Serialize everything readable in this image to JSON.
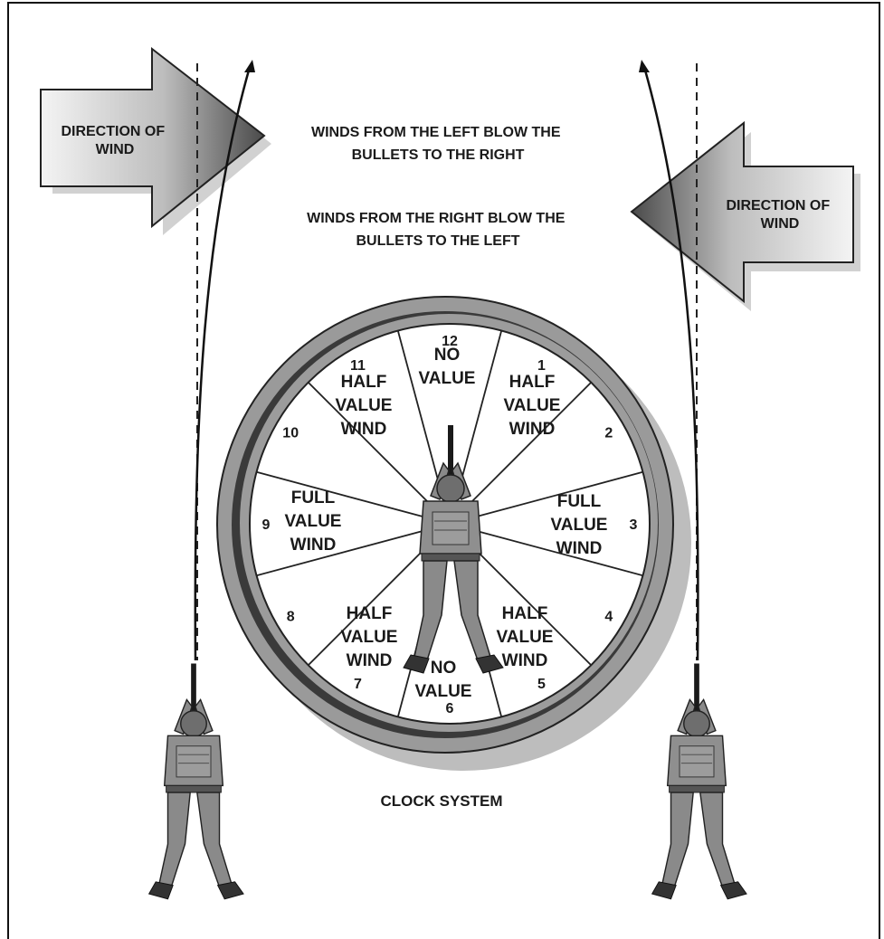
{
  "diagram": {
    "left_arrow_label": [
      "DIRECTION OF",
      "WIND"
    ],
    "right_arrow_label": [
      "DIRECTION OF",
      "WIND"
    ],
    "note_left": [
      "WINDS FROM THE LEFT BLOW THE",
      "BULLETS TO THE RIGHT"
    ],
    "note_right": [
      "WINDS FROM THE RIGHT BLOW THE",
      "BULLETS TO THE LEFT"
    ],
    "caption": "CLOCK SYSTEM",
    "clock_numbers": [
      "1",
      "2",
      "3",
      "4",
      "5",
      "6",
      "7",
      "8",
      "9",
      "10",
      "11",
      "12"
    ],
    "zones": {
      "no_value": [
        "NO",
        "VALUE"
      ],
      "half_value": [
        "HALF",
        "VALUE",
        "WIND"
      ],
      "full_value": [
        "FULL",
        "VALUE",
        "WIND"
      ]
    }
  },
  "colors": {
    "ring_outer": "#8c8c8c",
    "ring_dark": "#3a3a3a",
    "arrow_dark": "#4a4a4a",
    "arrow_light": "#f2f2f2",
    "soldier": "#7a7a7a"
  }
}
